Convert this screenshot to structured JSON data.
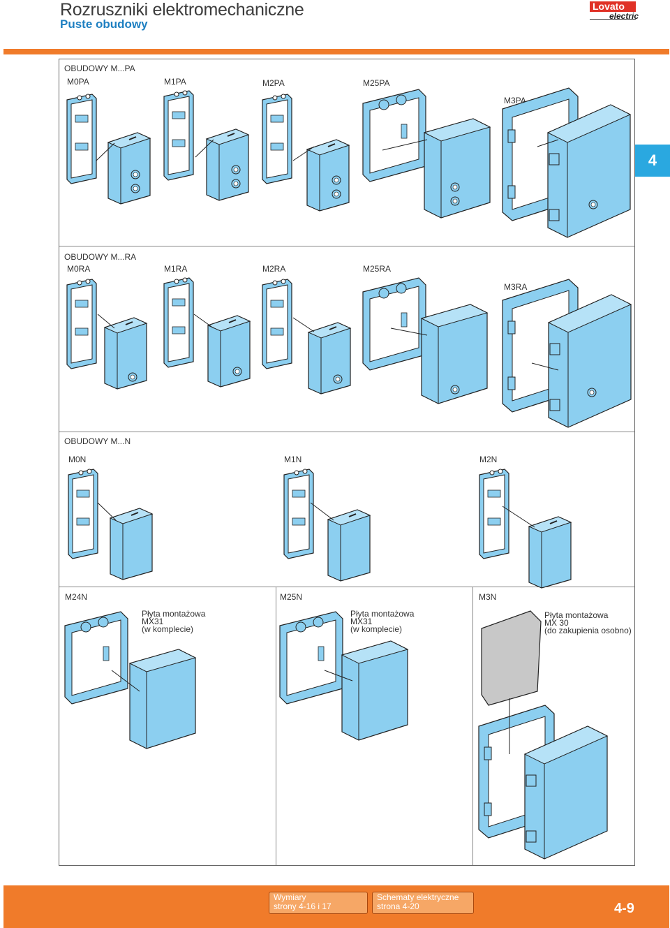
{
  "header": {
    "title": "Rozruszniki elektromechaniczne",
    "subtitle": "Puste obudowy",
    "logo_brand": "Lovato",
    "logo_sub": "electric"
  },
  "side_tab": "4",
  "sections": {
    "pa": {
      "title": "OBUDOWY M...PA",
      "labels": [
        "M0PA",
        "M1PA",
        "M2PA",
        "M25PA",
        "M3PA"
      ]
    },
    "ra": {
      "title": "OBUDOWY M...RA",
      "labels": [
        "M0RA",
        "M1RA",
        "M2RA",
        "M25RA",
        "M3RA"
      ]
    },
    "n": {
      "title": "OBUDOWY M...N",
      "labels": [
        "M0N",
        "M1N",
        "M2N"
      ]
    },
    "big": {
      "labels": [
        "M24N",
        "M25N",
        "M3N"
      ],
      "notes": [
        [
          "Płyta montażowa",
          "MX31",
          "(w komplecie)"
        ],
        [
          "Płyta montażowa",
          "MX31",
          "(w komplecie)"
        ],
        [
          "Płyta montażowa",
          "MX 30",
          "(do zakupienia osobno)"
        ]
      ]
    }
  },
  "footer": {
    "box1": [
      "Wymiary",
      "strony 4-16 i 17"
    ],
    "box2": [
      "Schematy elektryczne",
      "strona 4-20"
    ],
    "page_number": "4-9"
  },
  "colors": {
    "enclosure_fill": "#8ccff0",
    "accent_orange": "#f07b2a",
    "accent_blue": "#1d7fc1",
    "tab_blue": "#2aa8e0",
    "logo_red": "#e03126"
  }
}
